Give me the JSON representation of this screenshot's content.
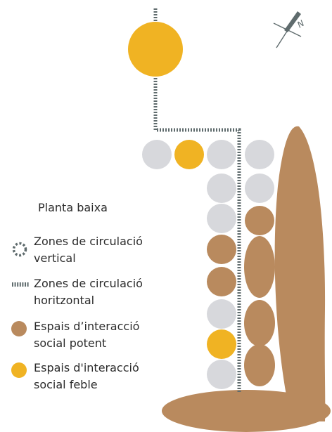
{
  "colors": {
    "strong": "#b98a5e",
    "weak": "#f0b323",
    "grey": "#d7d8dc",
    "circulation": "#5f6b6d",
    "north": "#5f6b6d"
  },
  "north_label": "N",
  "legend": {
    "title": "Planta baixa",
    "items": [
      {
        "symbol": "vertical-circulation-icon",
        "line1": "Zones de circulació",
        "line2": "vertical"
      },
      {
        "symbol": "horizontal-circulation-icon",
        "line1": "Zones de circulació",
        "line2": "horitzontal"
      },
      {
        "symbol": "strong-interaction-dot",
        "line1": "Espais d’interacció",
        "line2": "social potent"
      },
      {
        "symbol": "weak-interaction-dot",
        "line1": "Espais d'interacció",
        "line2": "social feble"
      }
    ]
  }
}
